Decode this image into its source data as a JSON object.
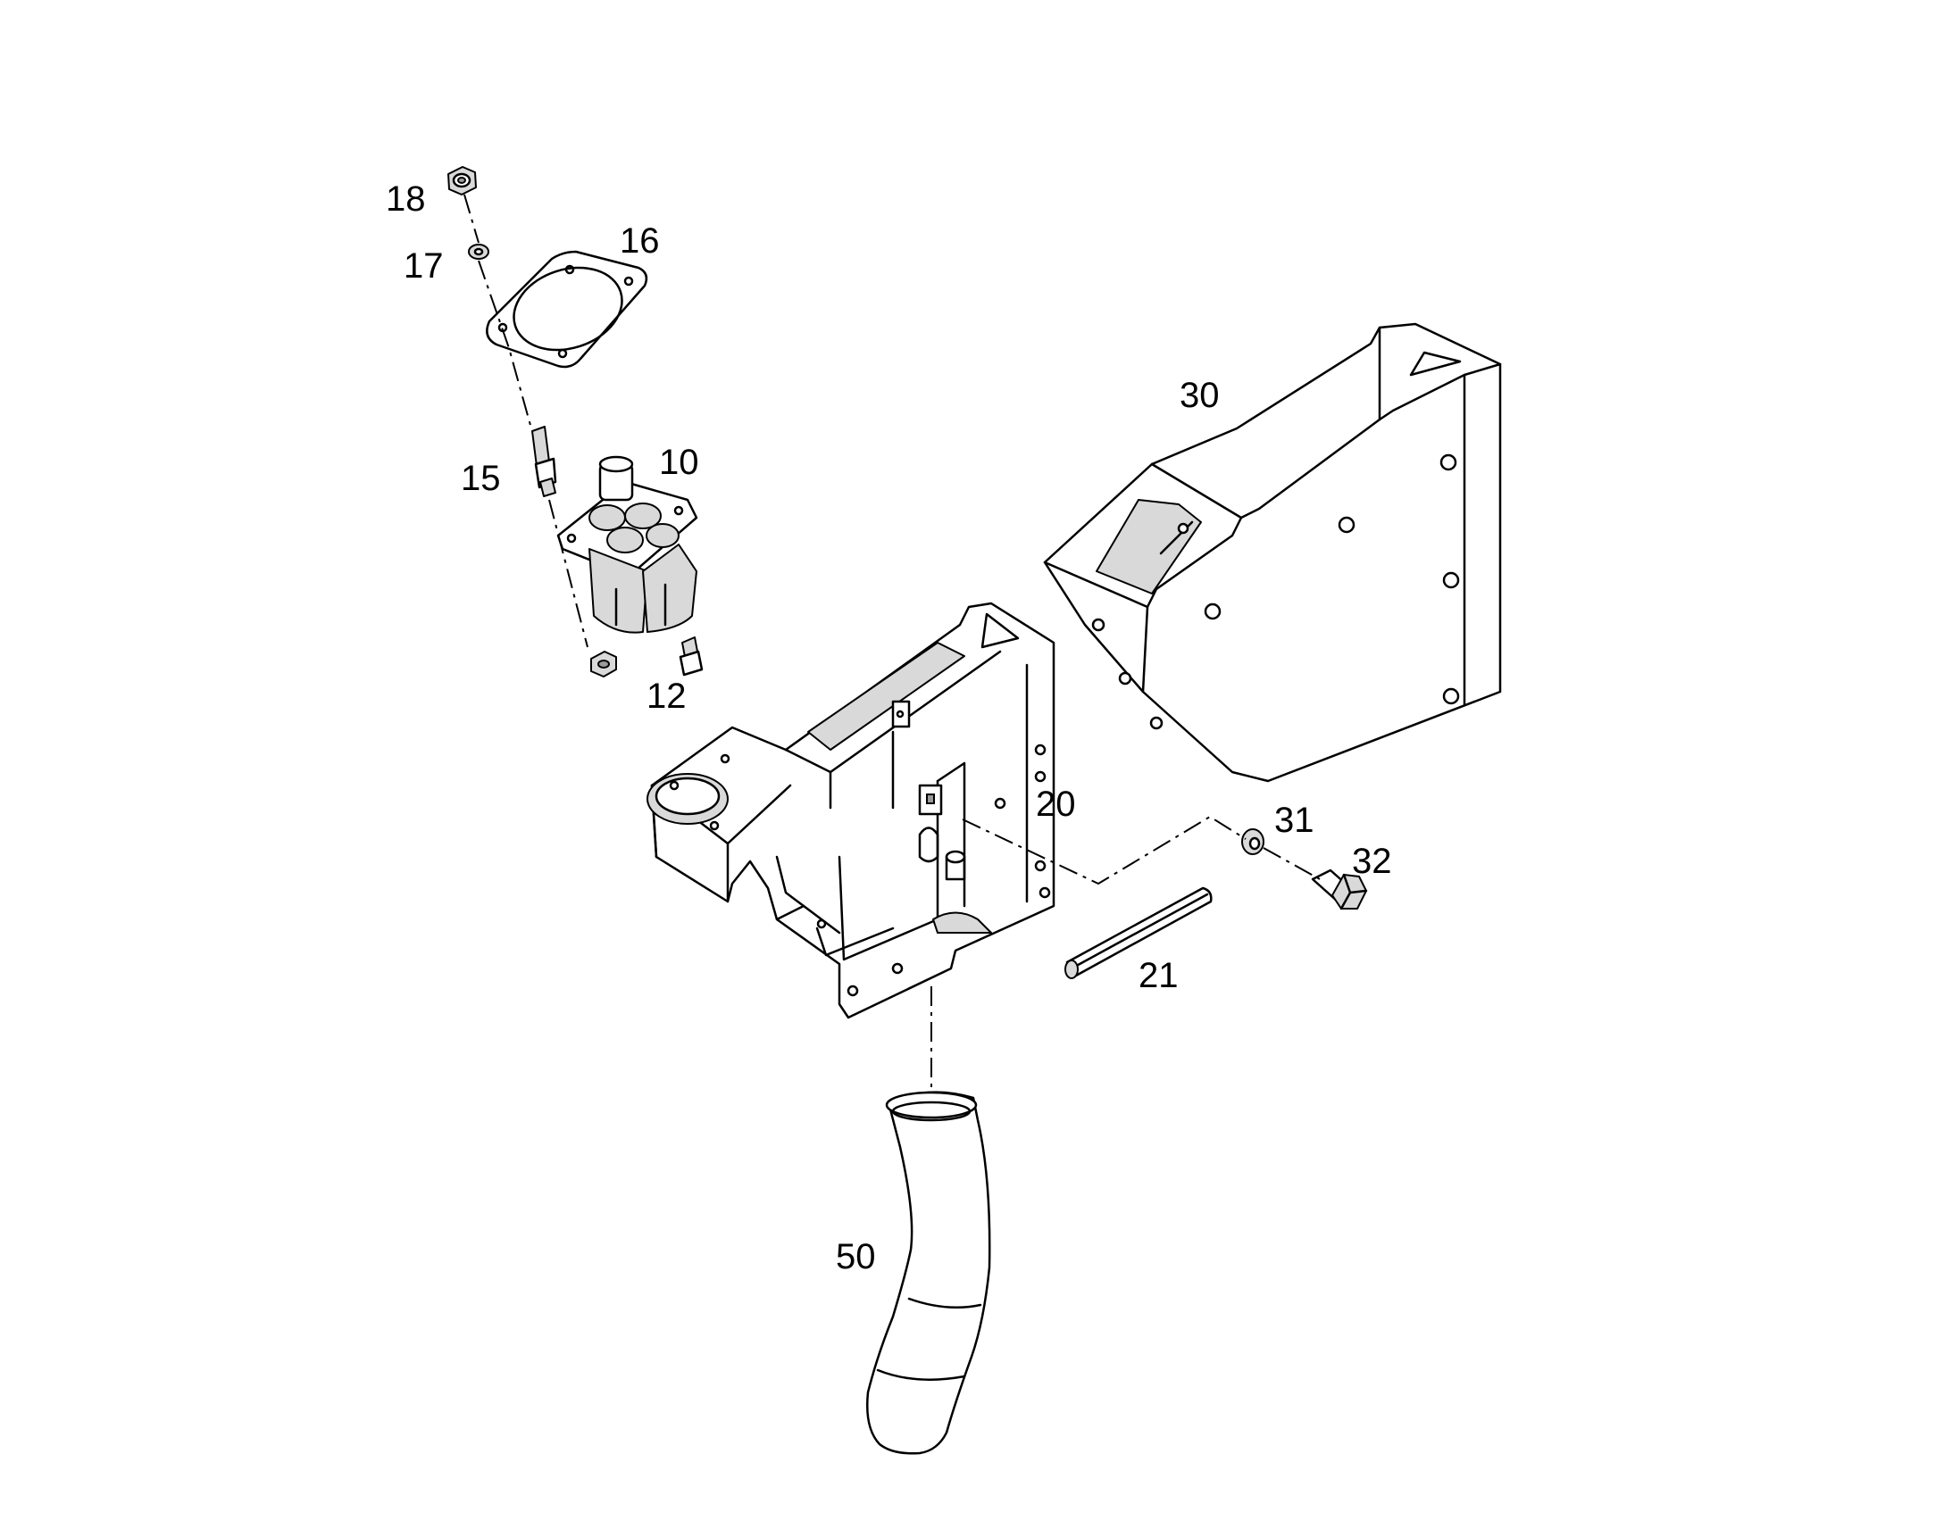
{
  "diagram": {
    "labels": [
      {
        "key": "18",
        "text": "18"
      },
      {
        "key": "17",
        "text": "17"
      },
      {
        "key": "16",
        "text": "16"
      },
      {
        "key": "15",
        "text": "15"
      },
      {
        "key": "10",
        "text": "10"
      },
      {
        "key": "12",
        "text": "12"
      },
      {
        "key": "30",
        "text": "30"
      },
      {
        "key": "20",
        "text": "20"
      },
      {
        "key": "31",
        "text": "31"
      },
      {
        "key": "32",
        "text": "32"
      },
      {
        "key": "21",
        "text": "21"
      },
      {
        "key": "50",
        "text": "50"
      }
    ]
  }
}
